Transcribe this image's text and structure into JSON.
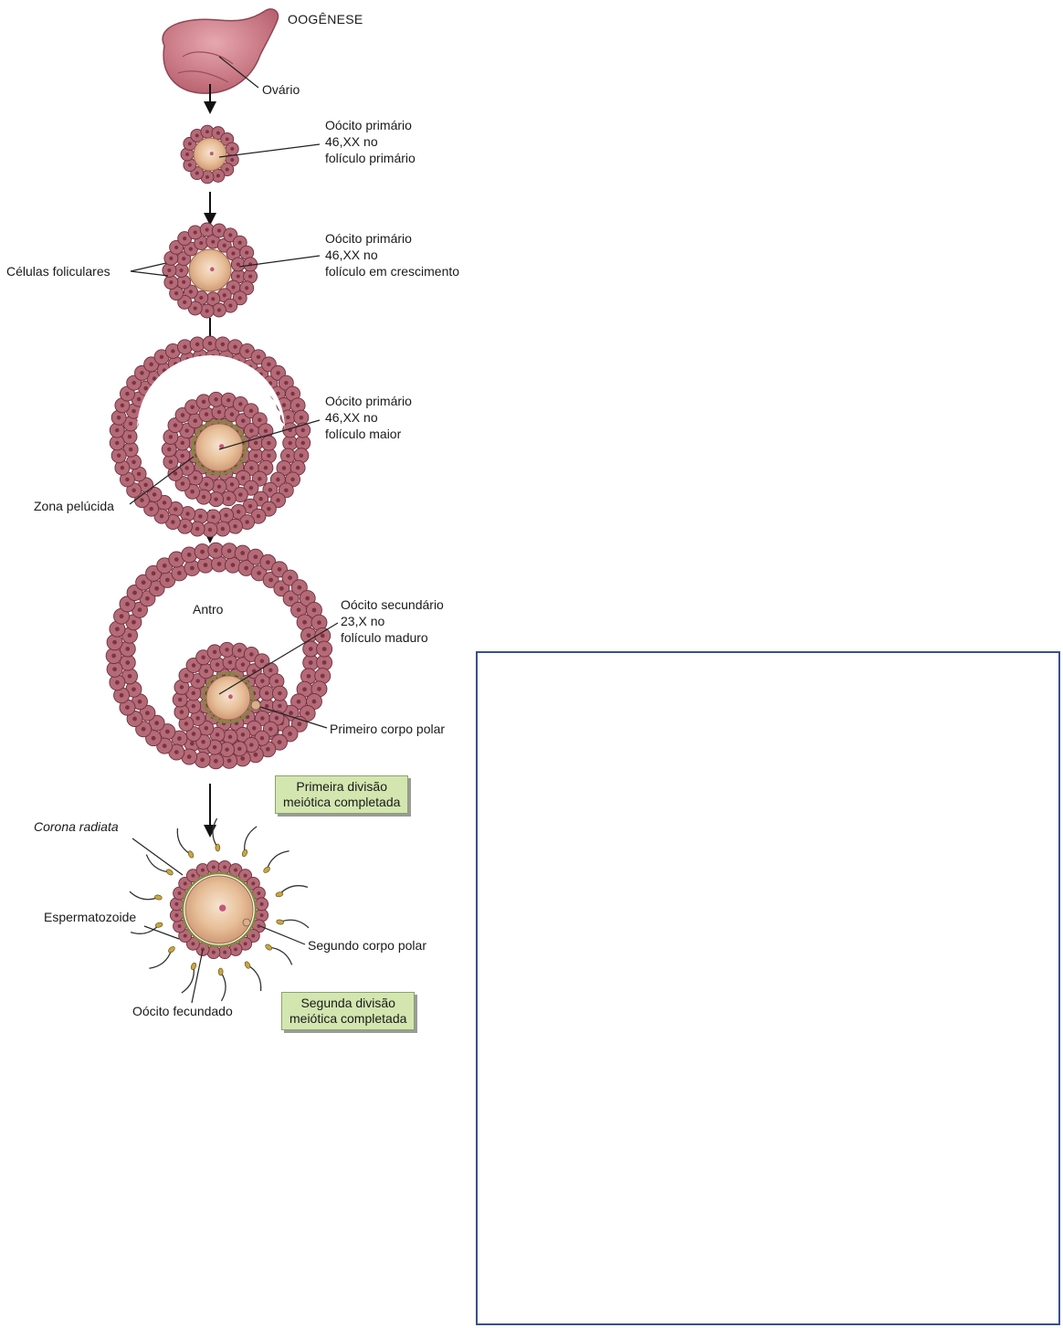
{
  "title": "OOGÊNESE",
  "labels": {
    "ovary": "Ovário",
    "primary_follicle": "Oócito primário\n46,XX no\nfolículo primário",
    "follicular_cells": "Células foliculares",
    "growing_follicle": "Oócito primário\n46,XX no\nfolículo em crescimento",
    "larger_follicle": "Oócito primário\n46,XX no\nfolículo maior",
    "zona_pellucida": "Zona pelúcida",
    "antrum": "Antro",
    "mature_follicle": "Oócito secundário\n23,X no\nfolículo maduro",
    "first_polar_body": "Primeiro corpo polar",
    "corona_radiata": "Corona radiata",
    "sperm": "Espermatozoide",
    "second_polar_body": "Segundo corpo polar",
    "fertilized_oocyte": "Oócito fecundado"
  },
  "notes": {
    "first_division": "Primeira divisão\nmeiótica completada",
    "second_division": "Segunda divisão\nmeiótica completada"
  },
  "colors": {
    "cell_fill": "#b56a78",
    "cell_edge": "#6e2f3c",
    "oocyte_fill": "#e8c09a",
    "zona": "#7e8a3a",
    "box_fill": "#d3e6b0",
    "frame": "#3a4f8f"
  }
}
